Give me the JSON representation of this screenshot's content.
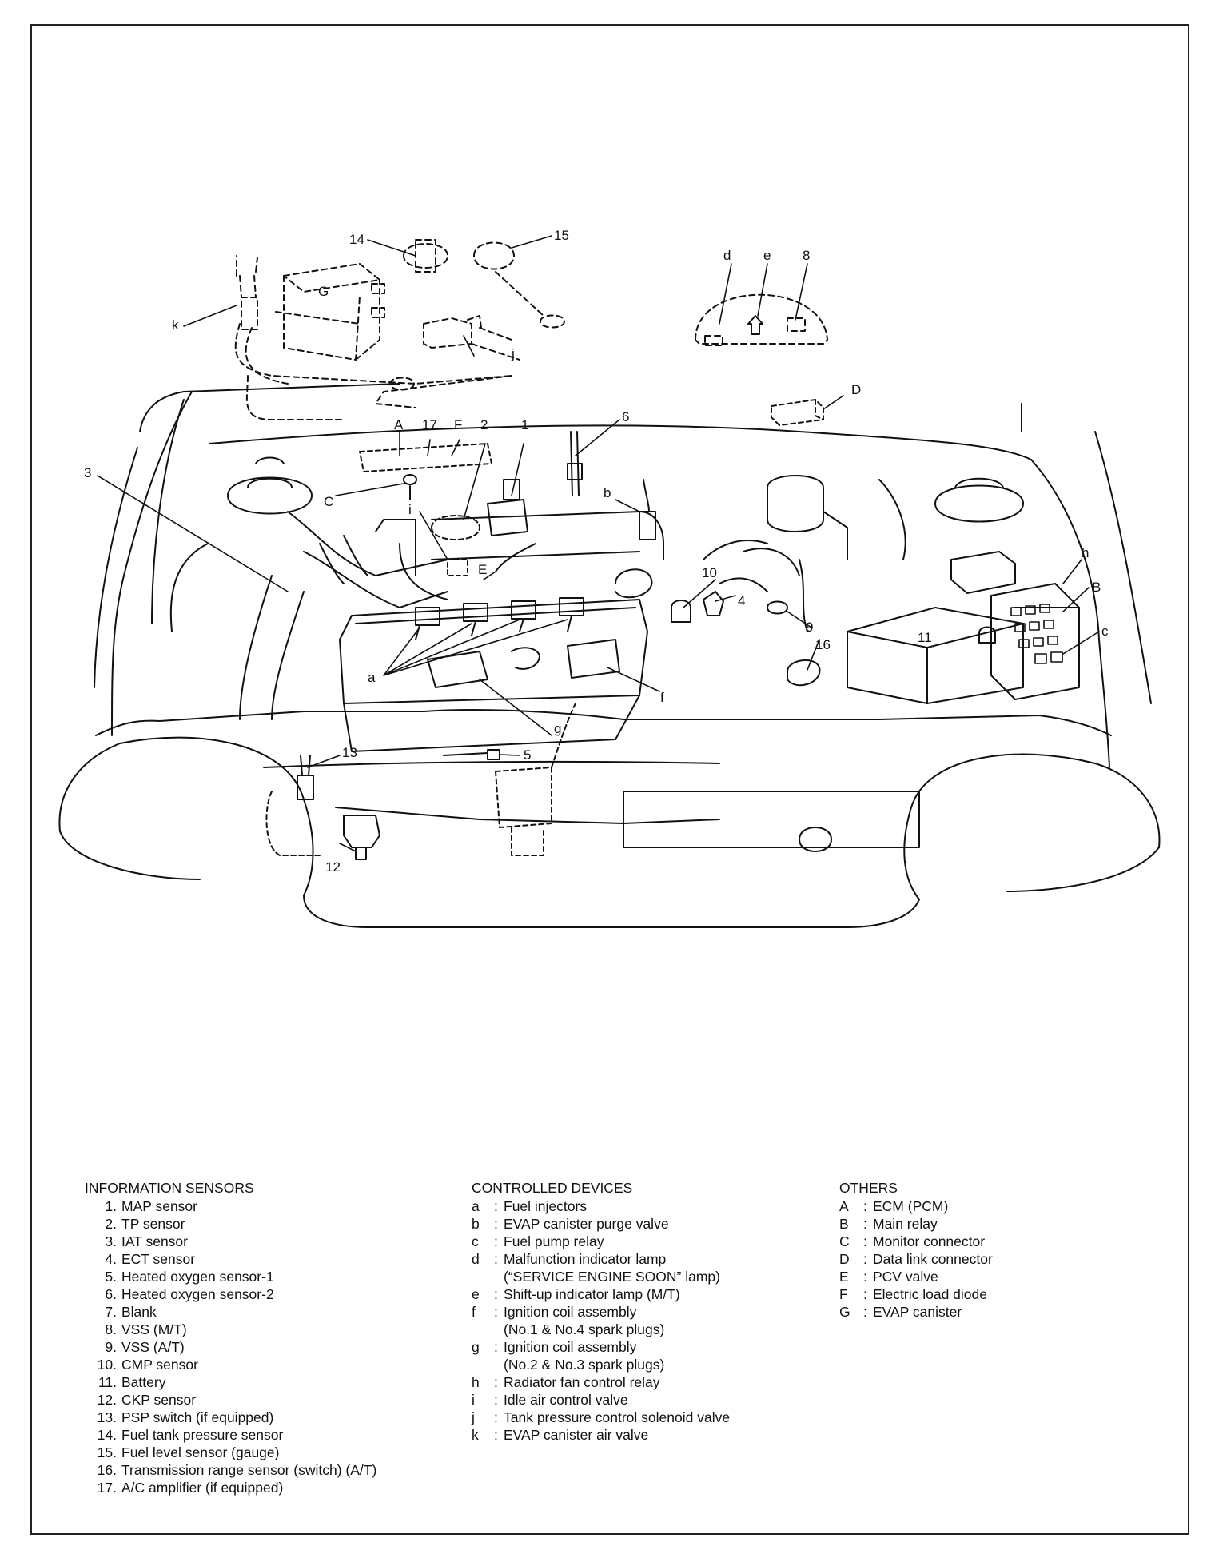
{
  "diagram": {
    "callouts": {
      "n1": "1",
      "n2": "2",
      "n3": "3",
      "n4": "4",
      "n5": "5",
      "n6": "6",
      "n8": "8",
      "n9": "9",
      "n10": "10",
      "n11": "11",
      "n12": "12",
      "n13": "13",
      "n14": "14",
      "n15": "15",
      "n16": "16",
      "n17": "17",
      "A": "A",
      "B": "B",
      "C": "C",
      "D": "D",
      "E": "E",
      "F": "F",
      "G": "G",
      "a": "a",
      "b": "b",
      "c": "c",
      "d": "d",
      "e": "e",
      "f": "f",
      "g": "g",
      "h": "h",
      "i": "i",
      "j": "j",
      "k": "k"
    }
  },
  "legend": {
    "sensors": {
      "heading": "INFORMATION SENSORS",
      "items": [
        {
          "num": "1.",
          "text": "MAP sensor"
        },
        {
          "num": "2.",
          "text": "TP sensor"
        },
        {
          "num": "3.",
          "text": "IAT sensor"
        },
        {
          "num": "4.",
          "text": "ECT sensor"
        },
        {
          "num": "5.",
          "text": "Heated oxygen sensor-1"
        },
        {
          "num": "6.",
          "text": "Heated oxygen sensor-2"
        },
        {
          "num": "7.",
          "text": "Blank"
        },
        {
          "num": "8.",
          "text": "VSS (M/T)"
        },
        {
          "num": "9.",
          "text": "VSS (A/T)"
        },
        {
          "num": "10.",
          "text": "CMP sensor"
        },
        {
          "num": "11.",
          "text": "Battery"
        },
        {
          "num": "12.",
          "text": "CKP sensor"
        },
        {
          "num": "13.",
          "text": "PSP switch (if equipped)"
        },
        {
          "num": "14.",
          "text": "Fuel tank pressure sensor"
        },
        {
          "num": "15.",
          "text": "Fuel level sensor (gauge)"
        },
        {
          "num": "16.",
          "text": "Transmission range sensor (switch) (A/T)"
        },
        {
          "num": "17.",
          "text": "A/C amplifier (if equipped)"
        }
      ]
    },
    "devices": {
      "heading": "CONTROLLED DEVICES",
      "items": [
        {
          "key": "a",
          "text": "Fuel injectors"
        },
        {
          "key": "b",
          "text": "EVAP canister purge valve"
        },
        {
          "key": "c",
          "text": "Fuel pump relay"
        },
        {
          "key": "d",
          "text": "Malfunction indicator lamp",
          "cont": "(“SERVICE ENGINE SOON” lamp)"
        },
        {
          "key": "e",
          "text": "Shift-up indicator lamp (M/T)"
        },
        {
          "key": "f",
          "text": "Ignition coil assembly",
          "cont": "(No.1 & No.4 spark plugs)"
        },
        {
          "key": "g",
          "text": "Ignition coil assembly",
          "cont": "(No.2 & No.3 spark plugs)"
        },
        {
          "key": "h",
          "text": "Radiator fan control relay"
        },
        {
          "key": "i",
          "text": "Idle air control valve"
        },
        {
          "key": "j",
          "text": "Tank pressure control solenoid valve"
        },
        {
          "key": "k",
          "text": "EVAP canister air valve"
        }
      ]
    },
    "others": {
      "heading": "OTHERS",
      "items": [
        {
          "key": "A",
          "text": "ECM (PCM)"
        },
        {
          "key": "B",
          "text": "Main relay"
        },
        {
          "key": "C",
          "text": "Monitor connector"
        },
        {
          "key": "D",
          "text": "Data link connector"
        },
        {
          "key": "E",
          "text": "PCV valve"
        },
        {
          "key": "F",
          "text": "Electric load diode"
        },
        {
          "key": "G",
          "text": "EVAP canister"
        }
      ]
    }
  }
}
